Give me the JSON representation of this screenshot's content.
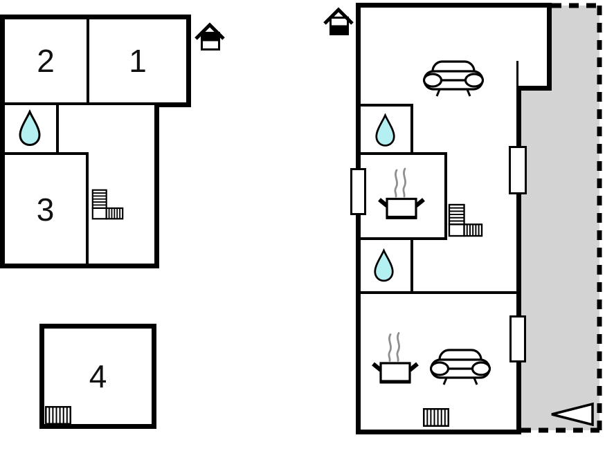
{
  "colors": {
    "background": "#ffffff",
    "wall": "#000000",
    "water_drop_fill": "#b4f0f2",
    "terrace_fill": "#d3d3d3",
    "steam_stroke": "#8f8f8f"
  },
  "upper_floor_plan": {
    "name": "upper floor plan",
    "rooms": [
      {
        "label": "2"
      },
      {
        "label": "1"
      },
      {
        "label": "3"
      }
    ],
    "icons": {
      "floor_indicator": "house-top-half-filled-icon",
      "bathroom": "water-drop-icon",
      "stairs": "stairs-icon"
    }
  },
  "detached_room": {
    "label": "4",
    "icons": {
      "heater": "radiator-icon"
    }
  },
  "ground_floor_plan": {
    "name": "ground floor plan",
    "icons": {
      "floor_indicator": "house-bottom-half-filled-icon",
      "bathroom_upper": "water-drop-icon",
      "bathroom_lower": "water-drop-icon",
      "kitchen_upper": "pot-with-steam-icon",
      "kitchen_lower": "pot-with-steam-icon",
      "living_sofa_upper": "sofa-icon",
      "living_sofa_lower": "sofa-icon",
      "stairs": "stairs-icon",
      "heater": "radiator-icon",
      "terrace_direction": "arrow-left-icon"
    }
  }
}
